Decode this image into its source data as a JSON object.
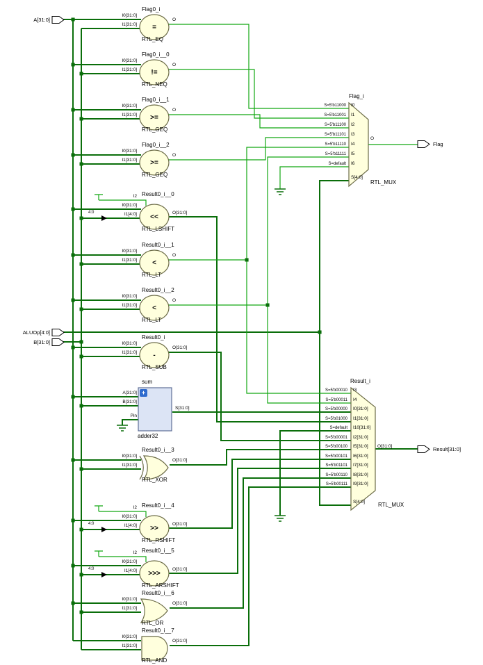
{
  "ports": {
    "a": {
      "label": "A[31:0]"
    },
    "aluop": {
      "label": "ALUOp[4:0]"
    },
    "b": {
      "label": "B[31:0]"
    },
    "flag": {
      "label": "Flag"
    },
    "result": {
      "label": "Result[31:0]"
    }
  },
  "blocks": {
    "eq": {
      "name": "Flag0_i",
      "type": "RTL_EQ",
      "op": "=",
      "i0": "I0[31:0]",
      "i1": "I1[31:0]",
      "out": "O"
    },
    "neq": {
      "name": "Flag0_i__0",
      "type": "RTL_NEQ",
      "op": "!=",
      "i0": "I0[31:0]",
      "i1": "I1[31:0]",
      "out": "O"
    },
    "geq1": {
      "name": "Flag0_i__1",
      "type": "RTL_GEQ",
      "op": ">=",
      "i0": "I0[31:0]",
      "i1": "I1[31:0]",
      "out": "O"
    },
    "geq2": {
      "name": "Flag0_i__2",
      "type": "RTL_GEQ",
      "op": ">=",
      "i0": "I0[31:0]",
      "i1": "I1[31:0]",
      "out": "O"
    },
    "lshift": {
      "name": "Result0_i__0",
      "type": "RTL_LSHIFT",
      "op": "<<",
      "i2": "I2",
      "i0": "I0[31:0]",
      "i1": "I1[4:0]",
      "out": "O[31:0]"
    },
    "lt1": {
      "name": "Result0_i__1",
      "type": "RTL_LT",
      "op": "<",
      "i0": "I0[31:0]",
      "i1": "I1[31:0]",
      "out": "O"
    },
    "lt2": {
      "name": "Result0_i__2",
      "type": "RTL_LT",
      "op": "<",
      "i0": "I0[31:0]",
      "i1": "I1[31:0]",
      "out": "O"
    },
    "sub": {
      "name": "Result0_i",
      "type": "RTL_SUB",
      "op": "-",
      "i0": "I0[31:0]",
      "i1": "I1[31:0]",
      "out": "O[31:0]"
    },
    "adder": {
      "name": "sum",
      "type": "adder32",
      "badge": "+",
      "a": "A[31:0]",
      "b": "B[31:0]",
      "cin": "Pin",
      "out": "S[31:0]"
    },
    "xor": {
      "name": "Result0_i__3",
      "type": "RTL_XOR",
      "i0": "I0[31:0]",
      "i1": "I1[31:0]",
      "out": "O[31:0]"
    },
    "rshift": {
      "name": "Result0_i__4",
      "type": "RTL_RSHIFT",
      "op": ">>",
      "i2": "I2",
      "i0": "I0[31:0]",
      "i1": "I1[4:0]",
      "out": "O[31:0]"
    },
    "arshift": {
      "name": "Result0_i__5",
      "type": "RTL_ARSHIFT",
      "op": ">>>",
      "i2": "I2",
      "i0": "I0[31:0]",
      "i1": "I1[4:0]",
      "out": "O[31:0]"
    },
    "or": {
      "name": "Result0_i__6",
      "type": "RTL_OR",
      "i0": "I0[31:0]",
      "i1": "I1[31:0]",
      "out": "O[31:0]"
    },
    "and": {
      "name": "Result0_i__7",
      "type": "RTL_AND",
      "i0": "I0[31:0]",
      "i1": "I1[31:0]",
      "out": "O[31:0]"
    }
  },
  "muxes": {
    "flag": {
      "name": "Flag_i",
      "type": "RTL_MUX",
      "sel": "S[4:0]",
      "out": "O",
      "rows": [
        {
          "sel": "S=5'b11000",
          "pin": "I0"
        },
        {
          "sel": "S=5'b11001",
          "pin": "I1"
        },
        {
          "sel": "S=5'b11100",
          "pin": "I2"
        },
        {
          "sel": "S=5'b11101",
          "pin": "I3"
        },
        {
          "sel": "S=5'b11110",
          "pin": "I4"
        },
        {
          "sel": "S=5'b11111",
          "pin": "I5"
        },
        {
          "sel": "S=default",
          "pin": "I6"
        }
      ]
    },
    "result": {
      "name": "Result_i",
      "type": "RTL_MUX",
      "sel": "S[4:0]",
      "out": "O[31:0]",
      "rows": [
        {
          "sel": "S=5'b00010",
          "pin": "I3"
        },
        {
          "sel": "S=5'b00011",
          "pin": "I4"
        },
        {
          "sel": "S=5'b00000",
          "pin": "I0[31:0]"
        },
        {
          "sel": "S=5'b01000",
          "pin": "I1[31:0]"
        },
        {
          "sel": "S=default",
          "pin": "I10[31:0]"
        },
        {
          "sel": "S=5'b00001",
          "pin": "I2[31:0]"
        },
        {
          "sel": "S=5'b00100",
          "pin": "I5[31:0]"
        },
        {
          "sel": "S=5'b00101",
          "pin": "I6[31:0]"
        },
        {
          "sel": "S=5'b01101",
          "pin": "I7[31:0]"
        },
        {
          "sel": "S=5'b00110",
          "pin": "I8[31:0]"
        },
        {
          "sel": "S=5'b00111",
          "pin": "I9[31:0]"
        }
      ]
    }
  },
  "slice": {
    "label": "4:0"
  },
  "colors": {
    "wire_net": "#12a812",
    "wire_bus": "#0a6e0a",
    "block_fill": "#ffffdd",
    "adder_fill": "#dce4f5",
    "badge_blue": "#2f6bce"
  }
}
